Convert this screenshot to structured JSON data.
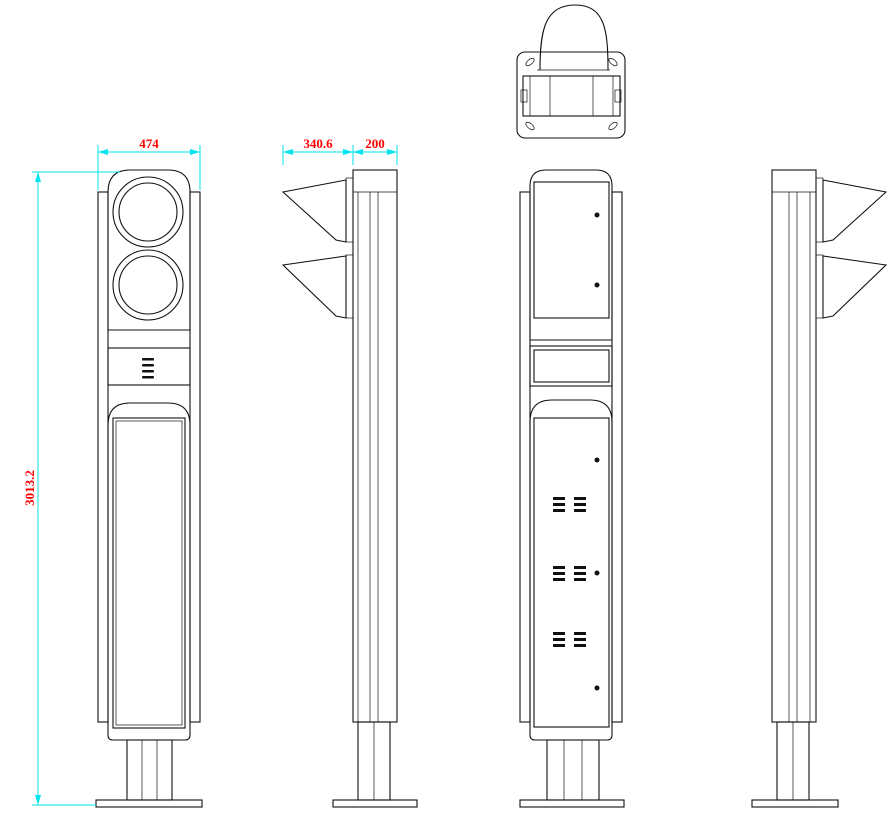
{
  "drawing": {
    "title": "Signal light column — orthographic views",
    "views": [
      "top-view",
      "front-view",
      "side-view-left",
      "rear-view",
      "side-view-right"
    ],
    "dimensions": {
      "width_front": "474",
      "visor_depth": "340.6",
      "column_depth": "200",
      "total_height": "3013.2"
    },
    "colors": {
      "outline": "#111111",
      "dimension_line": "#00e5ee",
      "dimension_text": "#ff0000"
    }
  }
}
